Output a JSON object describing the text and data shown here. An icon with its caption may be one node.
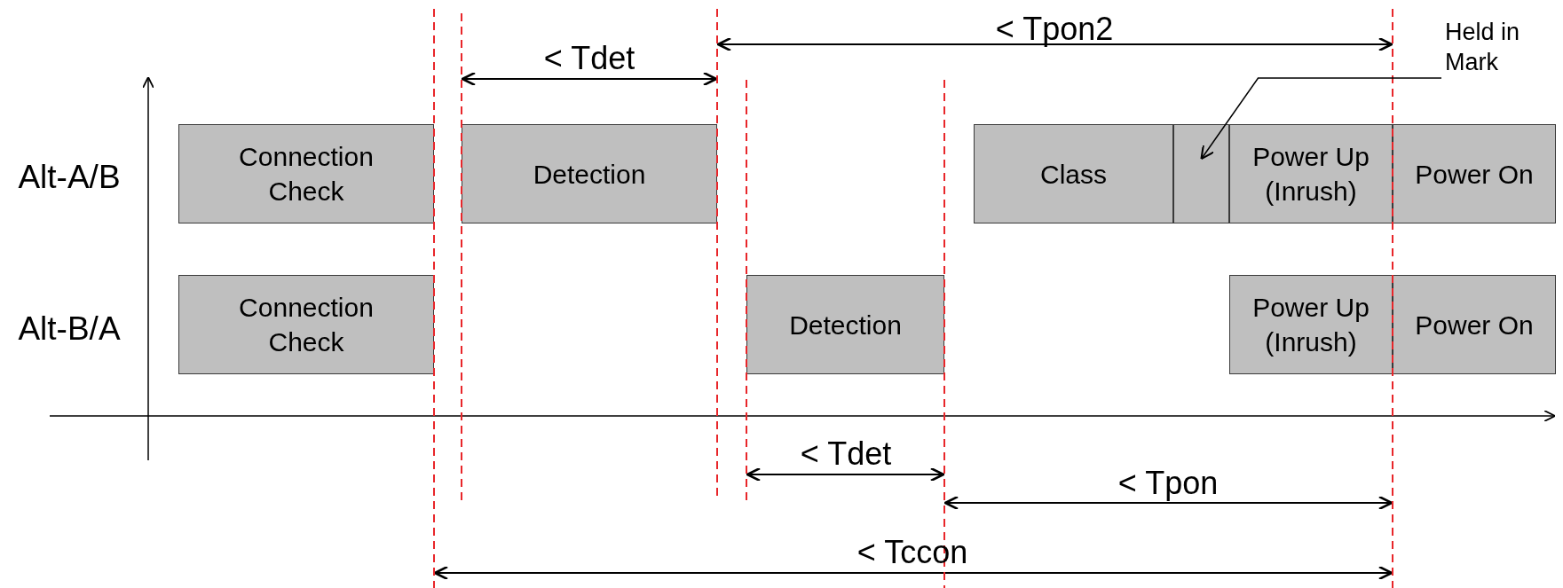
{
  "diagram": {
    "nodes": [
      {
        "text": [
          "Connection Check"
        ]
      },
      {
        "text": [
          "Detection"
        ]
      },
      {
        "text": [
          "Class"
        ]
      },
      {
        "text": [],
        "shape": "box"
      },
      {
        "text": [
          "Power Up (Inrush)"
        ]
      },
      {
        "text": [
          "Power On"
        ]
      },
      {
        "text": [
          "Connection Check"
        ]
      },
      {
        "text": [
          "Detection"
        ]
      },
      {
        "text": [
          "Power Up (Inrush)"
        ]
      },
      {
        "text": [
          "Power On"
        ]
      },
      {
        "text": [
          "Held in Mark"
        ]
      }
    ],
    "edges": [
      {
        "from": 10,
        "to": 3,
        "arrow": "to"
      }
    ],
    "labels": [
      "< Tpon2",
      "< Tdet",
      "Alt-A/B",
      "Alt-B/A",
      "< Tdet",
      "< Tpon",
      "< Tccon"
    ]
  }
}
